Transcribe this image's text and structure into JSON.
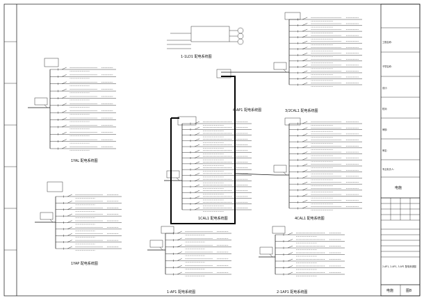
{
  "panels": {
    "p1": {
      "title": "1YAL 配电系统图"
    },
    "p2": {
      "title": "1YAP 配电系统图"
    },
    "p3": {
      "title": "1CAL1 配电系统图"
    },
    "p4": {
      "title": "3/2CAL1 配电系统图"
    },
    "p5": {
      "title": "4CAL1 配电系统图"
    },
    "p6": {
      "title": "1-1LD1 配电系统图"
    },
    "p7": {
      "title": "1-AP1 配电系统图"
    },
    "p8": {
      "title": "2-1AP1 配电系统图"
    },
    "p9": {
      "title": "4-AP1 配电系统图"
    }
  },
  "title_block": {
    "rows": [
      "工程名称:",
      "子项名称:",
      "设计:",
      "校对:",
      "审核:",
      "审定:",
      "专业负责人:"
    ],
    "sheet_code": "电施",
    "drawing_title": "2-AP1, 2-AP1, 3-AP1 配电系统图",
    "footer_left": "电施",
    "footer_right": "图8"
  }
}
